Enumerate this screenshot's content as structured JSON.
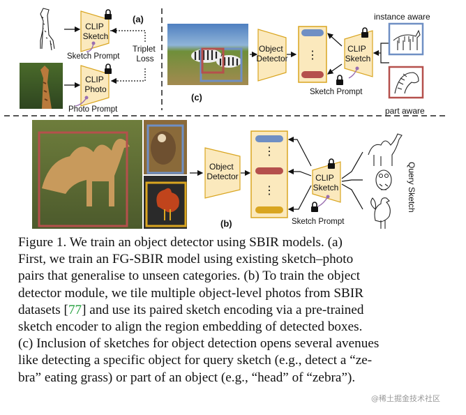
{
  "figure": {
    "panel_a": {
      "label": "(a)",
      "top_encoder": "CLIP\nSketch",
      "bottom_encoder": "CLIP\nPhoto",
      "sketch_prompt": "Sketch Prompt",
      "photo_prompt": "Photo Prompt",
      "loss": "Triplet\nLoss"
    },
    "panel_b": {
      "label": "(b)",
      "detector": "Object\nDetector",
      "encoder": "CLIP\nSketch",
      "sketch_prompt": "Sketch Prompt",
      "query_label": "Query Sketch",
      "ellipsis": "⋮"
    },
    "panel_c": {
      "label": "(c)",
      "detector": "Object\nDetector",
      "encoder": "CLIP\nSketch",
      "sketch_prompt": "Sketch Prompt",
      "instance_label": "instance aware",
      "part_label": "part aware",
      "ellipsis": "⋮"
    },
    "colors": {
      "blue": "#6f8fc4",
      "red": "#b5504c",
      "gold": "#d9a520",
      "module_fill": "#fbe9bd",
      "module_stroke": "#d9a520"
    }
  },
  "caption": {
    "line1": "Figure 1.  We train an object detector using SBIR models.  (a)",
    "line2": "First, we train an FG-SBIR model using existing sketch–photo",
    "line3": "pairs that generalise to unseen categories. (b) To train the object",
    "line4": "detector module, we tile multiple object-level photos from SBIR",
    "line5_pre": "datasets [",
    "line5_ref": "77",
    "line5_post": "] and use its paired sketch encoding via a pre-trained",
    "line6": "sketch encoder to align the region embedding of detected boxes.",
    "line7": "(c) Inclusion of sketches for object detection opens several avenues",
    "line8": "like detecting a specific object for query sketch (e.g., detect a “ze-",
    "line9": "bra” eating grass) or part of an object (e.g., “head” of “zebra”)."
  },
  "watermark": "@稀土掘金技术社区"
}
